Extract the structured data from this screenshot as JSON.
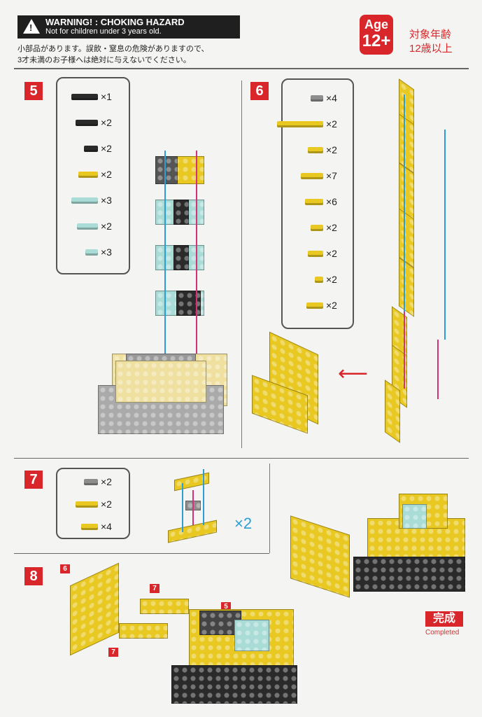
{
  "warning": {
    "title": "WARNING! : CHOKING HAZARD",
    "subtitle": "Not for children under 3 years old.",
    "jp_line1": "小部品があります。誤飲・窒息の危険がありますので、",
    "jp_line2": "3才未満のお子様へは絶対に与えないでください。",
    "icon": "warning-triangle-icon"
  },
  "age": {
    "label": "Age",
    "value": "12+",
    "jp_line1": "対象年齢",
    "jp_line2": "12歳以上"
  },
  "colors": {
    "black": "#2a2a2a",
    "yellow": "#e8c821",
    "lightblue": "#a9dcd6",
    "gray": "#8d8d8d",
    "red": "#d9262a",
    "arrow_blue": "#2a9fd6",
    "arrow_pink": "#d6307a"
  },
  "steps": {
    "s5": {
      "number": "5",
      "parts": [
        {
          "color": "black",
          "count": "×1"
        },
        {
          "color": "black",
          "count": "×2"
        },
        {
          "color": "black",
          "count": "×2"
        },
        {
          "color": "yellow",
          "count": "×2"
        },
        {
          "color": "lightblue",
          "count": "×3"
        },
        {
          "color": "lightblue",
          "count": "×2"
        },
        {
          "color": "lightblue",
          "count": "×3"
        }
      ]
    },
    "s6": {
      "number": "6",
      "parts": [
        {
          "color": "gray",
          "count": "×4"
        },
        {
          "color": "yellow",
          "count": "×2"
        },
        {
          "color": "yellow",
          "count": "×2"
        },
        {
          "color": "yellow",
          "count": "×7"
        },
        {
          "color": "yellow",
          "count": "×6"
        },
        {
          "color": "yellow",
          "count": "×2"
        },
        {
          "color": "yellow",
          "count": "×2"
        },
        {
          "color": "yellow",
          "count": "×2"
        },
        {
          "color": "yellow",
          "count": "×2"
        }
      ]
    },
    "s7": {
      "number": "7",
      "parts": [
        {
          "color": "gray",
          "count": "×2"
        },
        {
          "color": "yellow",
          "count": "×2"
        },
        {
          "color": "yellow",
          "count": "×4"
        }
      ],
      "multiplier": "×2"
    },
    "s8": {
      "number": "8",
      "sub_refs": [
        "6",
        "7",
        "7",
        "5"
      ]
    }
  },
  "completed": {
    "jp": "完成",
    "en": "Completed"
  }
}
